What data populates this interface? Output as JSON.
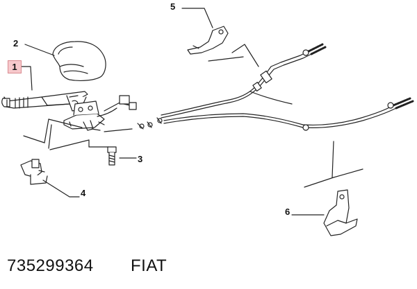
{
  "callouts": {
    "c1": "1",
    "c2": "2",
    "c3": "3",
    "c4": "4",
    "c5": "5",
    "c6": "6"
  },
  "footer": {
    "part_number": "735299364",
    "brand": "FIAT"
  },
  "colors": {
    "line": "#222222",
    "highlight": "#f7c9cc",
    "background": "#ffffff"
  }
}
